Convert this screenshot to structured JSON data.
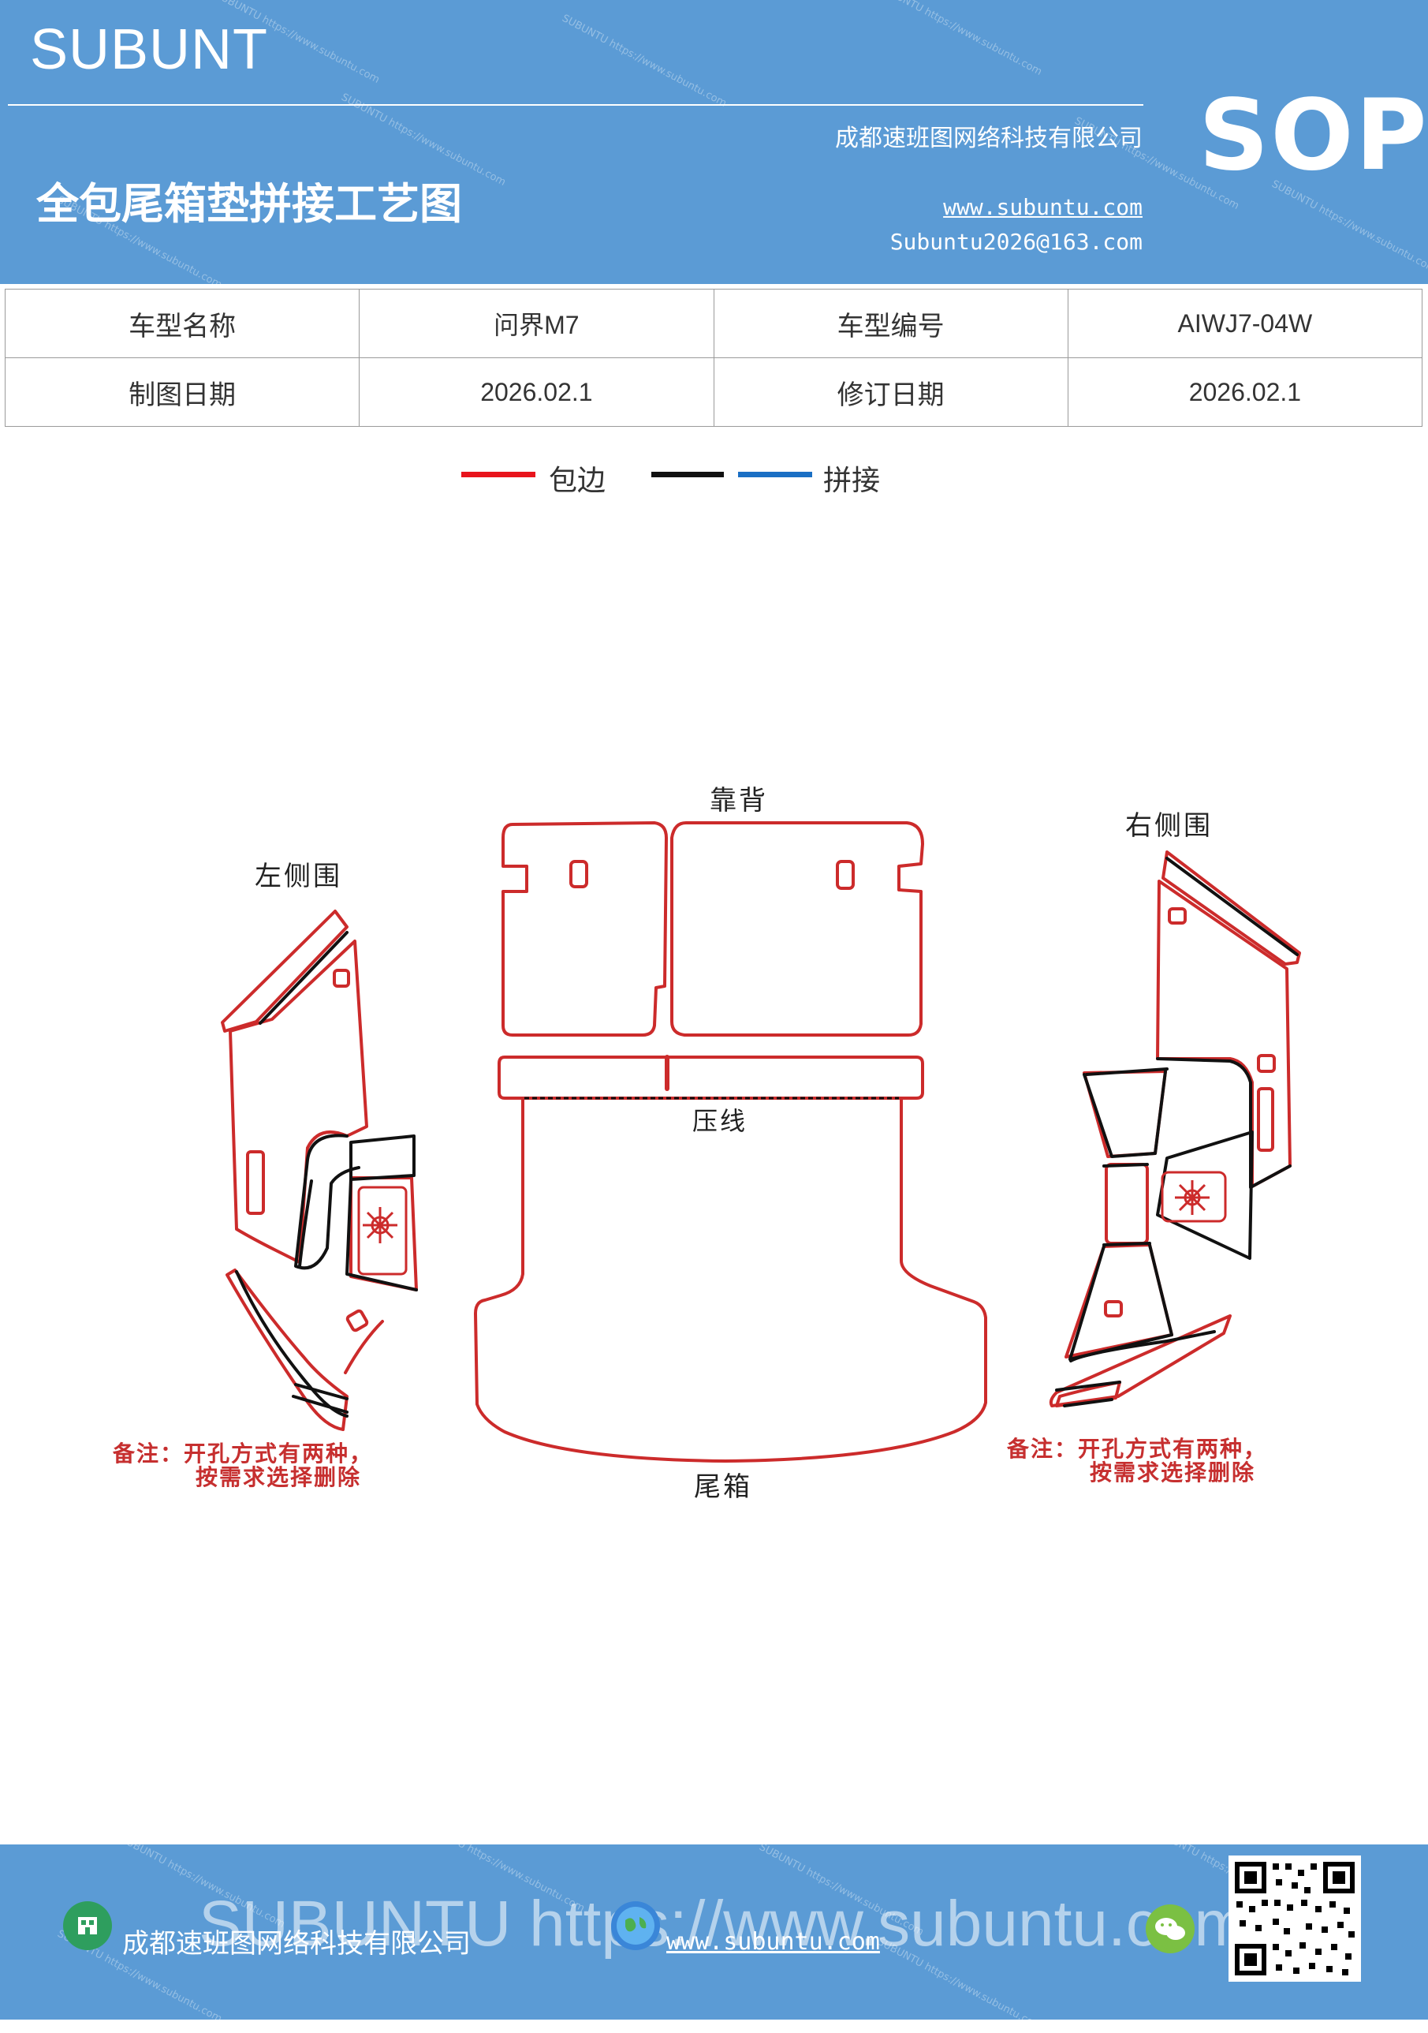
{
  "header": {
    "brand": "SUBUNT",
    "company": "成都速班图网络科技有限公司",
    "title": "全包尾箱垫拼接工艺图",
    "website": "www.subuntu.com",
    "email": "Subuntu2026@163.com",
    "badge": "SOP"
  },
  "info_table": {
    "model_name_label": "车型名称",
    "model_name_value": "问界M7",
    "model_code_label": "车型编号",
    "model_code_value": "AIWJ7-04W",
    "draw_date_label": "制图日期",
    "draw_date_value": "2026.02.1",
    "revise_date_label": "修订日期",
    "revise_date_value": "2026.02.1"
  },
  "legend": {
    "edging_label": "包边",
    "splice_label": "拼接",
    "colors": {
      "edging": "#e8141c",
      "black": "#111111",
      "splice": "#1a6fc4"
    }
  },
  "drawing": {
    "backrest_label": "靠背",
    "left_side_label": "左侧围",
    "right_side_label": "右侧围",
    "crease_label": "压线",
    "trunk_label": "尾箱",
    "note_left_line1": "备注：开孔方式有两种，",
    "note_left_line2": "按需求选择删除",
    "note_right_line1": "备注：开孔方式有两种，",
    "note_right_line2": "按需求选择删除",
    "colors": {
      "outline": "#cc2b2b",
      "note": "#c62f2f"
    }
  },
  "footer": {
    "company": "成都速班图网络科技有限公司",
    "website": "www.subuntu.com",
    "watermark": "SUBUNTU https://www.subuntu.com",
    "icons": [
      "building-icon",
      "globe-icon",
      "wechat-icon",
      "qr-code"
    ]
  }
}
